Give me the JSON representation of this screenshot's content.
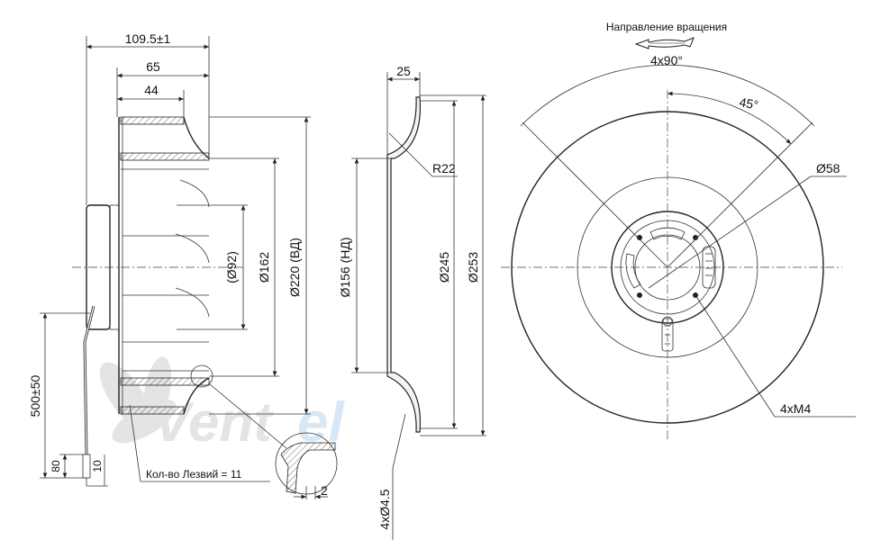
{
  "watermark": {
    "part1": "Vent",
    "part2": "el",
    "color1": "#cfcfcf",
    "color2": "#b9d4ef"
  },
  "rotation_label": "Направление вращения",
  "dims": {
    "overall_length": "109.5±1",
    "length_65": "65",
    "length_44": "44",
    "dia_92": "(Ø92)",
    "dia_162": "Ø162",
    "dia_220": "Ø220 (ВД)",
    "cable_length": "500±50",
    "cable_80": "80",
    "cable_10": "10",
    "blades_note": "Кол-во Лезвий = 11",
    "detail_2": "2",
    "width_25": "25",
    "radius_22": "R22",
    "dia_156": "Ø156 (НД)",
    "dia_245": "Ø245",
    "dia_253": "Ø253",
    "holes_45": "4xØ4.5",
    "angle_4x90": "4x90°",
    "angle_45": "45°",
    "dia_58": "Ø58",
    "thread_m4": "4xM4"
  }
}
